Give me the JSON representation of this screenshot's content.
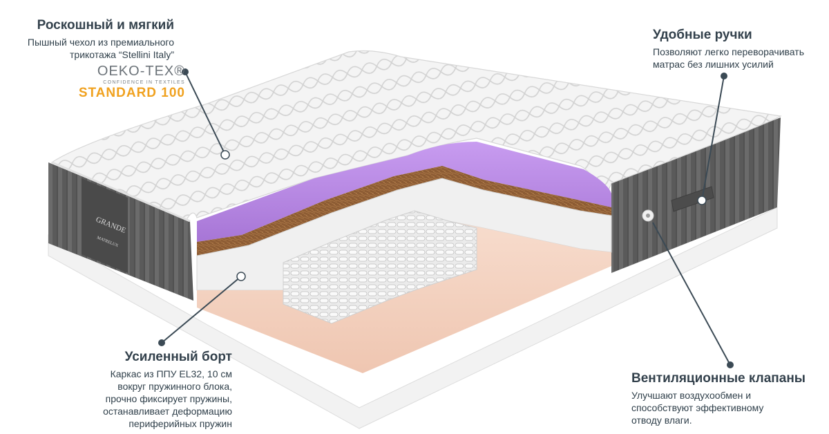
{
  "callouts": {
    "luxury": {
      "title": "Роскошный и мягкий",
      "text": "Пышный чехол из премиального\nтрикотажа “Stellini Italy”"
    },
    "certification": {
      "brand": "OEKO-TEX®",
      "tagline": "CONFIDENCE IN TEXTILES",
      "standard": "STANDARD 100"
    },
    "handles": {
      "title": "Удобные ручки",
      "text": "Позволяют легко переворачивать\nматрас без лишних усилий"
    },
    "border": {
      "title": "Усиленный борт",
      "text": "Каркас из ППУ EL32, 10 см\nвокруг пружинного блока,\nпрочно фиксирует пружины,\nостанавливает деформацию\nпериферийных пружин"
    },
    "vents": {
      "title": "Вентиляционные клапаны",
      "text": "Улучшают воздухообмен и\nспособствуют эффективному\nотводу влаги."
    }
  },
  "label": {
    "brand": "GRANDE",
    "sub": "MATRELUX"
  },
  "colors": {
    "text": "#2f3f4a",
    "accent": "#f0a11e",
    "pointer": "#3b4a55",
    "purple_layer": "#b98ae0",
    "coir_layer": "#8b5a32",
    "foam_base": "#f4d2c0",
    "side_panel": "#5d5d5d"
  }
}
